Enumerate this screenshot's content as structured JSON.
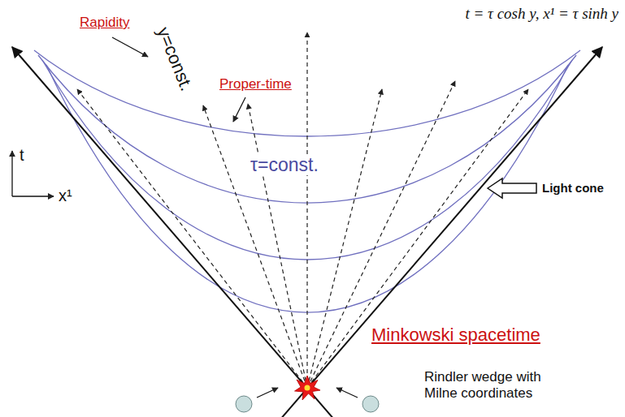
{
  "diagram": {
    "labels": [
      "t = τ cosh y, x¹ = τ sinh y",
      "Rapidity",
      "y=const.",
      "Proper-time",
      "τ=const.",
      "t",
      "x¹",
      "Light cone",
      "Minkowski spacetime",
      "Rindler wedge with Milne coordinates"
    ]
  }
}
